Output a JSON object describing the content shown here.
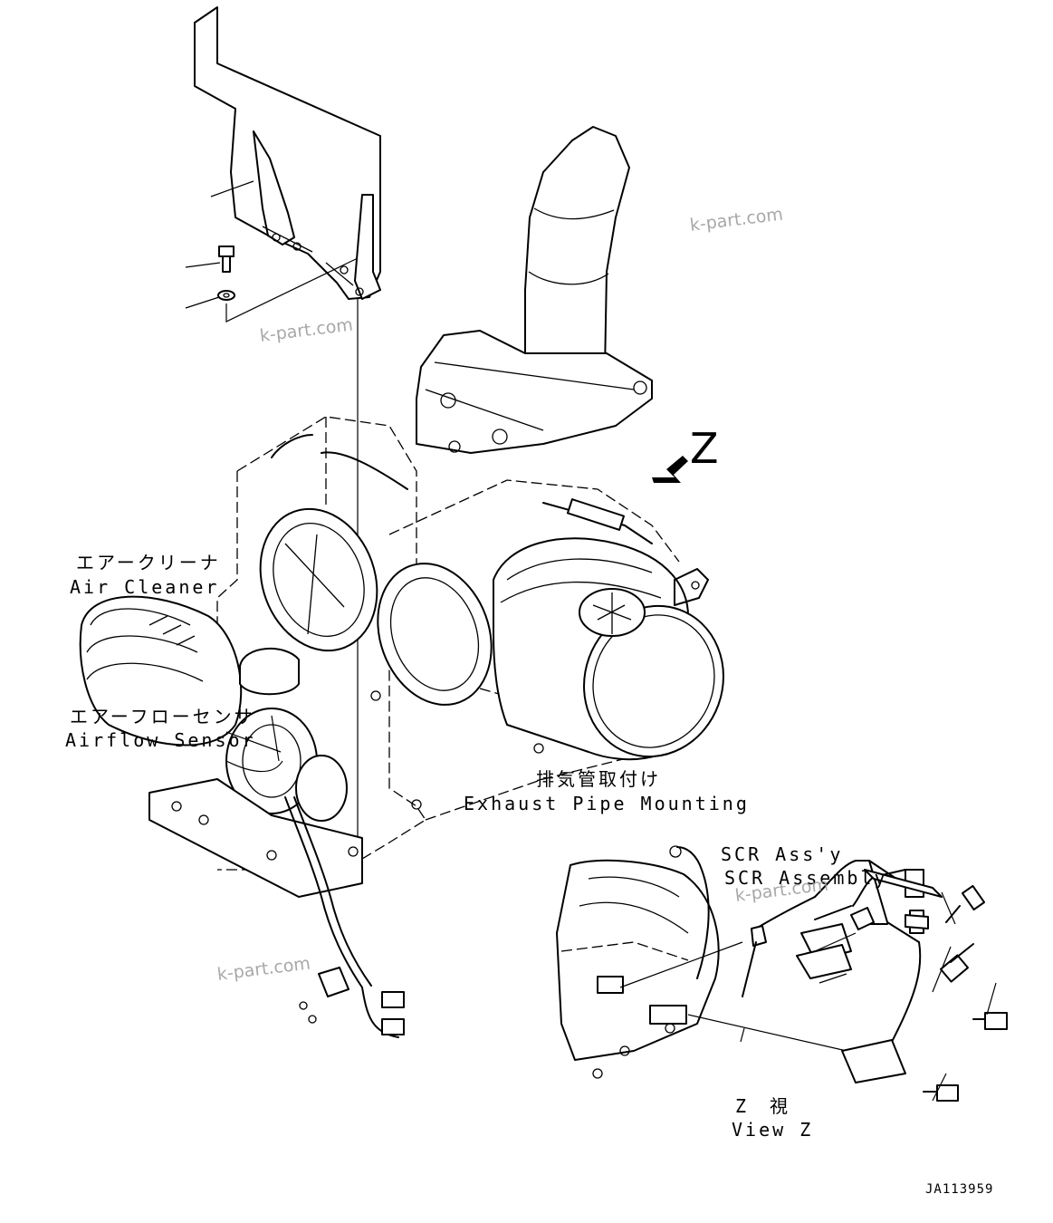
{
  "diagram": {
    "labels": {
      "air_cleaner_jp": "エアークリーナ",
      "air_cleaner_en": "Air Cleaner",
      "airflow_sensor_jp": "エアーフローセンサ",
      "airflow_sensor_en": "Airflow Sensor",
      "exhaust_pipe_jp": "排気管取付け",
      "exhaust_pipe_en": "Exhaust Pipe Mounting",
      "scr_jp_style": "SCR Ass'y",
      "scr_en": "SCR Assembly",
      "view_jp": "Z　視",
      "view_en": "View Z",
      "view_arrow_letter": "Z"
    },
    "watermark": "k-part.com",
    "drawing_code": "JA113959"
  }
}
